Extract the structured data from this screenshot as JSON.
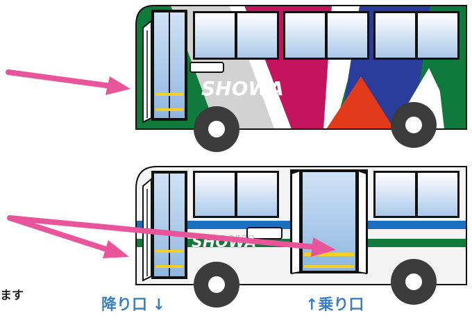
{
  "bus_top": {
    "brand": "SHOWA"
  },
  "bus_bottom": {
    "brand": "SHOWA"
  },
  "labels": {
    "exit_door": "降り口 ↓",
    "entry_door": "↑乗り口",
    "cut_text": "ます"
  },
  "colors": {
    "arrow": "#e8559a",
    "green": "#0f7a3c",
    "magenta": "#c4145e",
    "navy": "#2a3d9a",
    "red": "#e33a1c",
    "stripe_blue": "#1a6fc0",
    "window_top": "#ffffff",
    "window_bottom": "#a9c8ea",
    "label_blue": "#3a7fc4"
  }
}
